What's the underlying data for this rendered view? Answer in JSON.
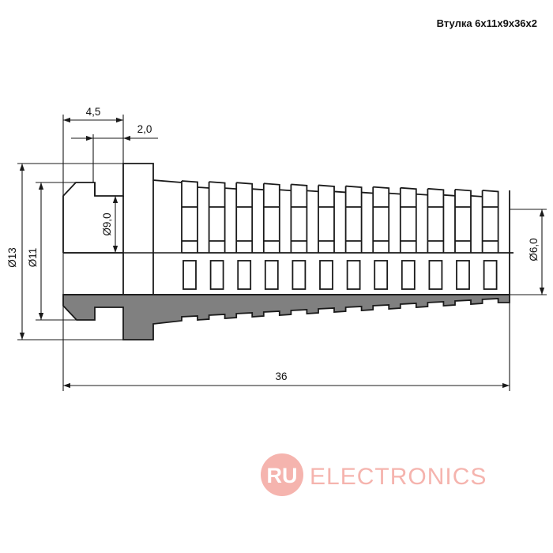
{
  "title": "Втулка 6x11x9x36x2",
  "dimensions": {
    "d13": "Ø13",
    "d11": "Ø11",
    "d9": "Ø9,0",
    "d6": "Ø6,0",
    "len_4_5": "4,5",
    "len_2_0": "2,0",
    "len_36": "36"
  },
  "watermark": {
    "logo_text": "RU",
    "text": "ELECTRONICS"
  },
  "colors": {
    "section_fill": "#808080",
    "line": "#1a1a1a",
    "watermark": "#f4a7a1"
  }
}
